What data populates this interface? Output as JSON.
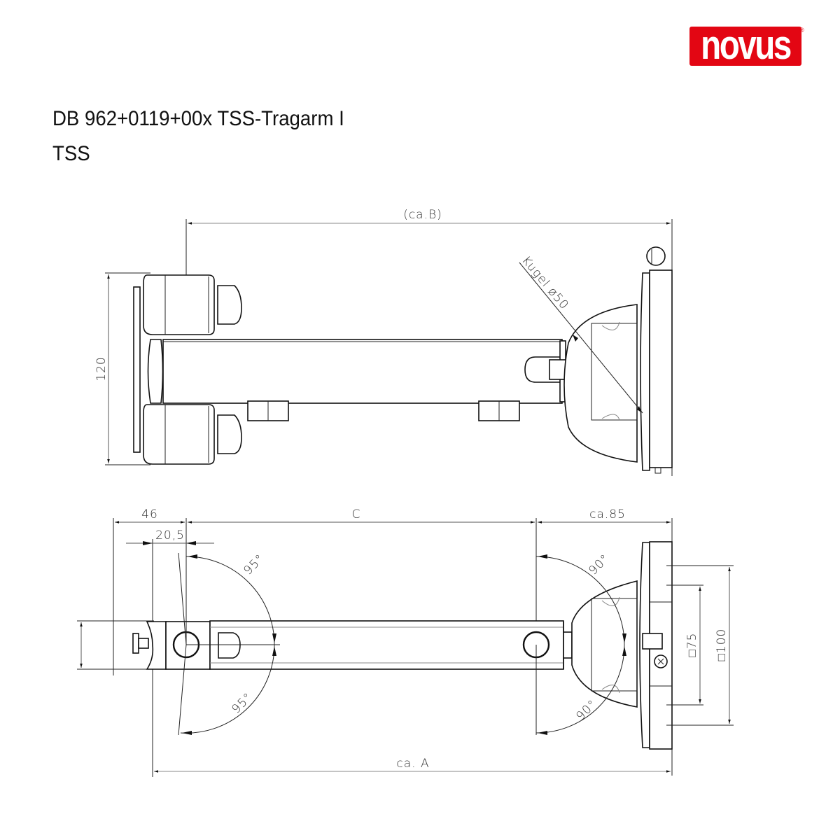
{
  "brand": {
    "logo_text": "novus",
    "registered_mark": "®",
    "color": "#e30613"
  },
  "header": {
    "title": "DB 962+0119+00x TSS-Tragarm I",
    "subtitle": "TSS"
  },
  "side_view": {
    "dim_total_length": "(ca.B)",
    "dim_height": "120",
    "ball_label": "Kugel ø50"
  },
  "top_view": {
    "dim_clamp_offset": "46",
    "dim_pivot_offset": "20,5",
    "dim_arm_length": "C",
    "dim_head_length": "ca.85",
    "dim_total_length": "ca. A",
    "angle_left_upper": "95°",
    "angle_left_lower": "95°",
    "angle_right_upper": "90°",
    "angle_right_lower": "90°",
    "vesa_small": "□75",
    "vesa_large": "□100"
  },
  "colors": {
    "line": "#111111",
    "dimension": "#555555",
    "background": "#ffffff"
  }
}
